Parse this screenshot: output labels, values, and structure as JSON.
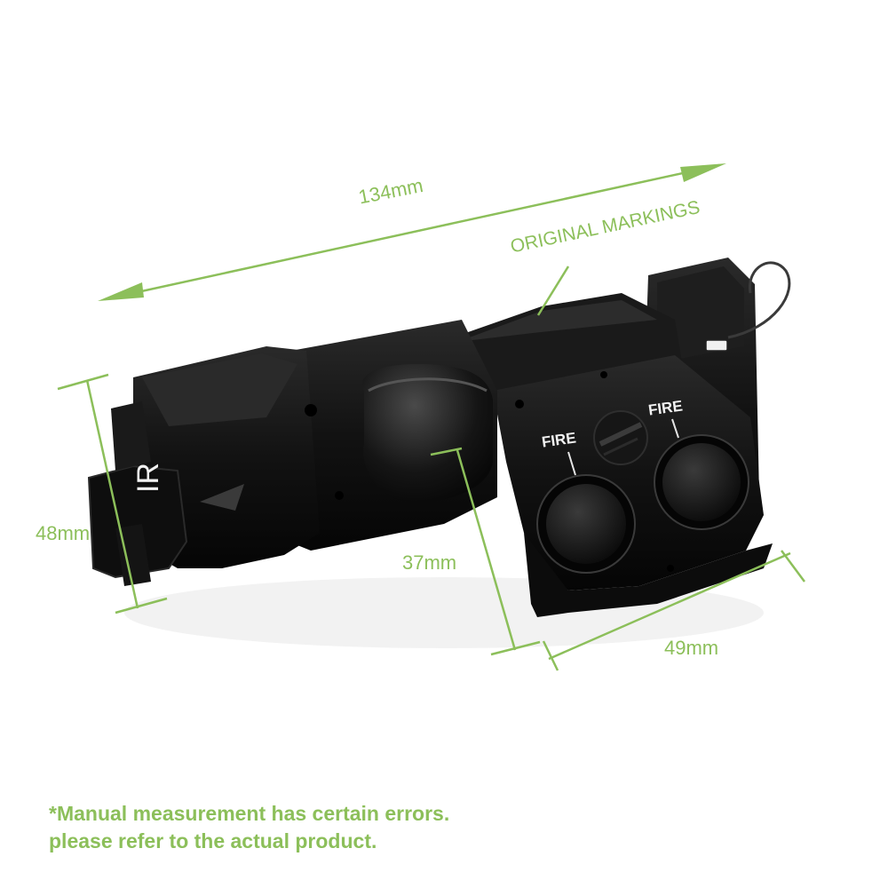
{
  "dimensions": {
    "length": "134mm",
    "height": "48mm",
    "depth": "37mm",
    "width": "49mm"
  },
  "callout": "ORIGINAL MARKINGS",
  "disclaimer": {
    "line1": "*Manual measurement has certain errors.",
    "line2": "please refer to the actual product."
  },
  "device_markings": {
    "emitter": "IR",
    "button_left": "FIRE",
    "button_right": "FIRE"
  },
  "colors": {
    "annotation_green": "#8cbf5a",
    "device_black": "#111111",
    "background": "#ffffff"
  }
}
